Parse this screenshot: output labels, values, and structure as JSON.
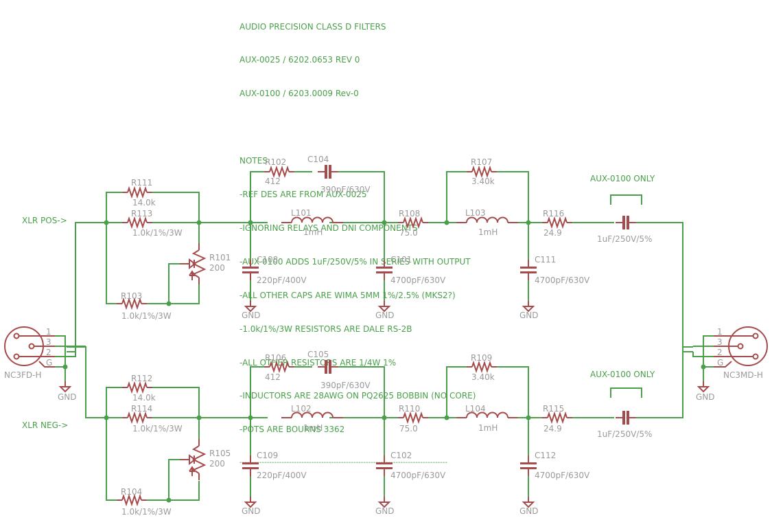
{
  "header": {
    "title": "AUDIO PRECISION CLASS D FILTERS",
    "rev_lines": [
      "AUX-0025 / 6202.0653 REV 0",
      "AUX-0100 / 6203.0009 Rev-0"
    ]
  },
  "notes": {
    "heading": "NOTES:",
    "items": [
      "-REF DES ARE FROM AUX-0025",
      "-IGNORING RELAYS AND DNI COMPONENTS",
      "-AUX-0100 ADDS 1uF/250V/5% IN SERIES WITH OUTPUT",
      "-ALL OTHER CAPS ARE WIMA 5MM 1%/2.5% (MKS2?)",
      "-1.0k/1%/3W RESISTORS ARE DALE RS-2B",
      "-ALL OTHER RESISTORS ARE 1/4W 1%",
      "-INDUCTORS ARE 28AWG ON PQ2625 BOBBIN (NO CORE)",
      "-POTS ARE BOURNS 3362"
    ],
    "separator": "------------------------------------------------------------------------------------"
  },
  "nets": {
    "pos_label": "XLR POS->",
    "neg_label": "XLR NEG->",
    "gnd": "GND",
    "aux_only": "AUX-0100 ONLY"
  },
  "connectors": {
    "input": {
      "name": "NC3FD-H",
      "pins": [
        "1",
        "3",
        "2",
        "G"
      ]
    },
    "output": {
      "name": "NC3MD-H",
      "pins": [
        "1",
        "3",
        "2",
        "G"
      ]
    }
  },
  "pos": {
    "R111": {
      "ref": "R111",
      "value": "14.0k"
    },
    "R113": {
      "ref": "R113",
      "value": "1.0k/1%/3W"
    },
    "R101": {
      "ref": "R101",
      "value": "200"
    },
    "R103": {
      "ref": "R103",
      "value": "1.0k/1%/3W"
    },
    "R102": {
      "ref": "R102",
      "value": "412"
    },
    "C104": {
      "ref": "C104",
      "value": "390pF/630V"
    },
    "L101": {
      "ref": "L101",
      "value": "1mH"
    },
    "C108": {
      "ref": "C108",
      "value": "220pF/400V"
    },
    "C101": {
      "ref": "C101",
      "value": "4700pF/630V"
    },
    "R108": {
      "ref": "R108",
      "value": "75.0"
    },
    "R107": {
      "ref": "R107",
      "value": "3.40k"
    },
    "L103": {
      "ref": "L103",
      "value": "1mH"
    },
    "C111": {
      "ref": "C111",
      "value": "4700pF/630V"
    },
    "R116": {
      "ref": "R116",
      "value": "24.9"
    },
    "Cout": {
      "value": "1uF/250V/5%"
    }
  },
  "neg": {
    "R112": {
      "ref": "R112",
      "value": "14.0k"
    },
    "R114": {
      "ref": "R114",
      "value": "1.0k/1%/3W"
    },
    "R105": {
      "ref": "R105",
      "value": "200"
    },
    "R104": {
      "ref": "R104",
      "value": "1.0k/1%/3W"
    },
    "R106": {
      "ref": "R106",
      "value": "412"
    },
    "C105": {
      "ref": "C105",
      "value": "390pF/630V"
    },
    "L102": {
      "ref": "L102",
      "value": "1mH"
    },
    "C109": {
      "ref": "C109",
      "value": "220pF/400V"
    },
    "C102": {
      "ref": "C102",
      "value": "4700pF/630V"
    },
    "R110": {
      "ref": "R110",
      "value": "75.0"
    },
    "R109": {
      "ref": "R109",
      "value": "3.40k"
    },
    "L104": {
      "ref": "L104",
      "value": "1mH"
    },
    "C112": {
      "ref": "C112",
      "value": "4700pF/630V"
    },
    "R115": {
      "ref": "R115",
      "value": "24.9"
    },
    "Cout": {
      "value": "1uF/250V/5%"
    }
  }
}
